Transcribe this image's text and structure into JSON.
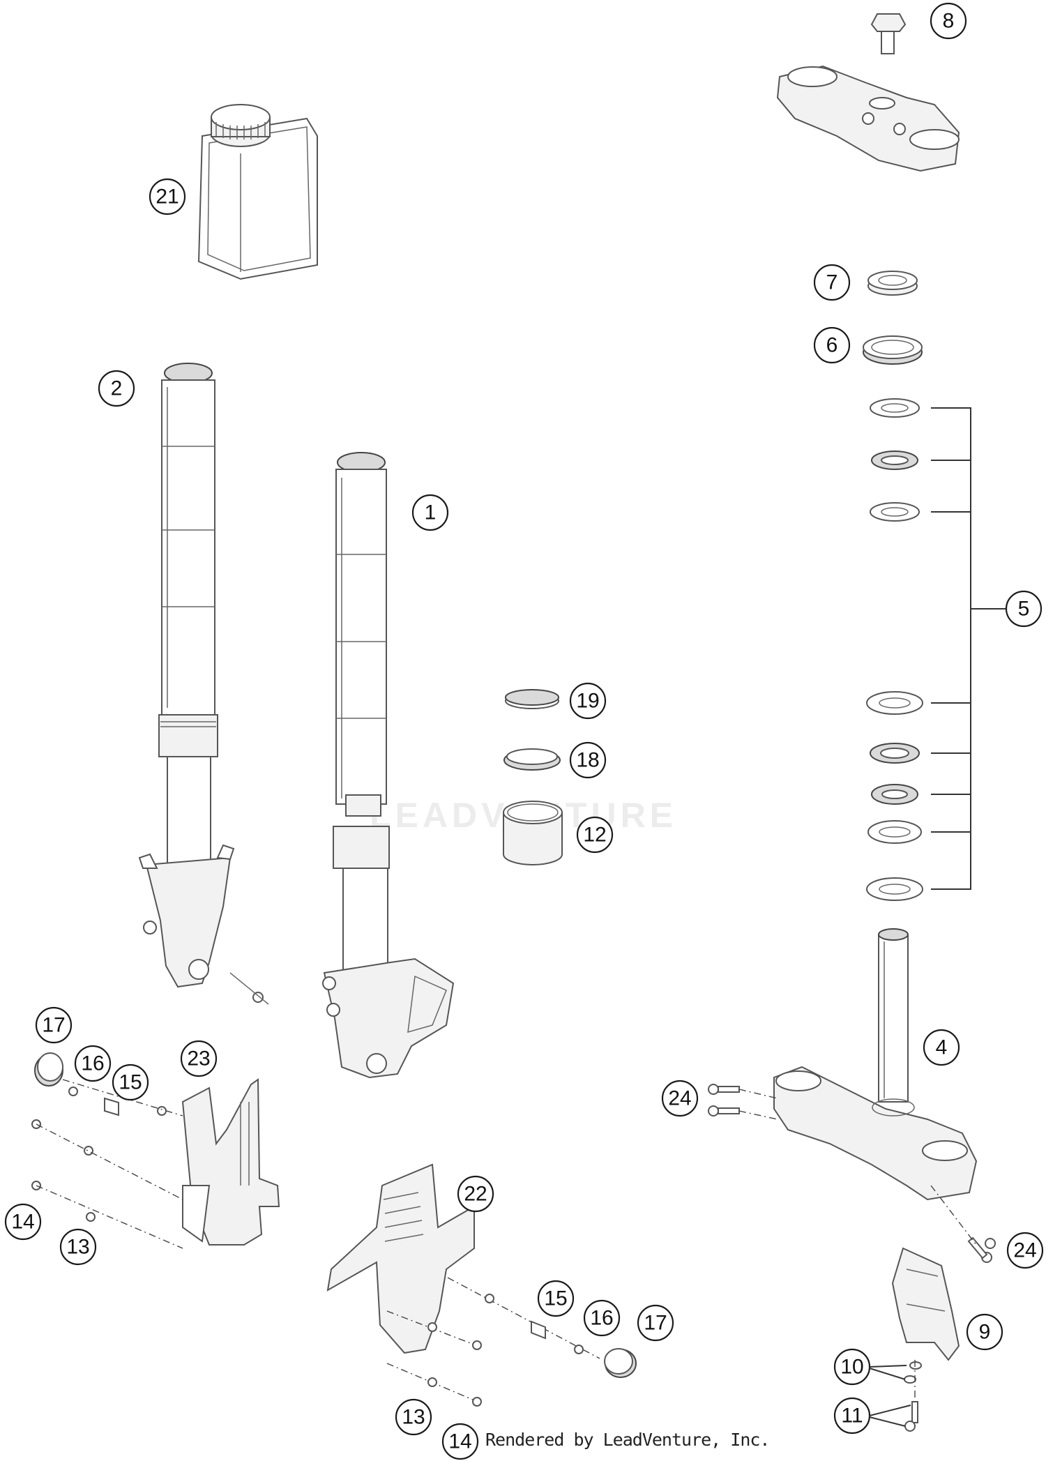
{
  "watermark_text": "LEADVENTURE",
  "credit_text": "Rendered by LeadVenture, Inc.",
  "callouts": [
    {
      "label": "1"
    },
    {
      "label": "2"
    },
    {
      "label": "4"
    },
    {
      "label": "5"
    },
    {
      "label": "6"
    },
    {
      "label": "7"
    },
    {
      "label": "8"
    },
    {
      "label": "9"
    },
    {
      "label": "10"
    },
    {
      "label": "11"
    },
    {
      "label": "12"
    },
    {
      "label": "13"
    },
    {
      "label": "13"
    },
    {
      "label": "14"
    },
    {
      "label": "14"
    },
    {
      "label": "15"
    },
    {
      "label": "15"
    },
    {
      "label": "16"
    },
    {
      "label": "16"
    },
    {
      "label": "17"
    },
    {
      "label": "17"
    },
    {
      "label": "18"
    },
    {
      "label": "19"
    },
    {
      "label": "21"
    },
    {
      "label": "22"
    },
    {
      "label": "23"
    },
    {
      "label": "24"
    },
    {
      "label": "24"
    }
  ]
}
